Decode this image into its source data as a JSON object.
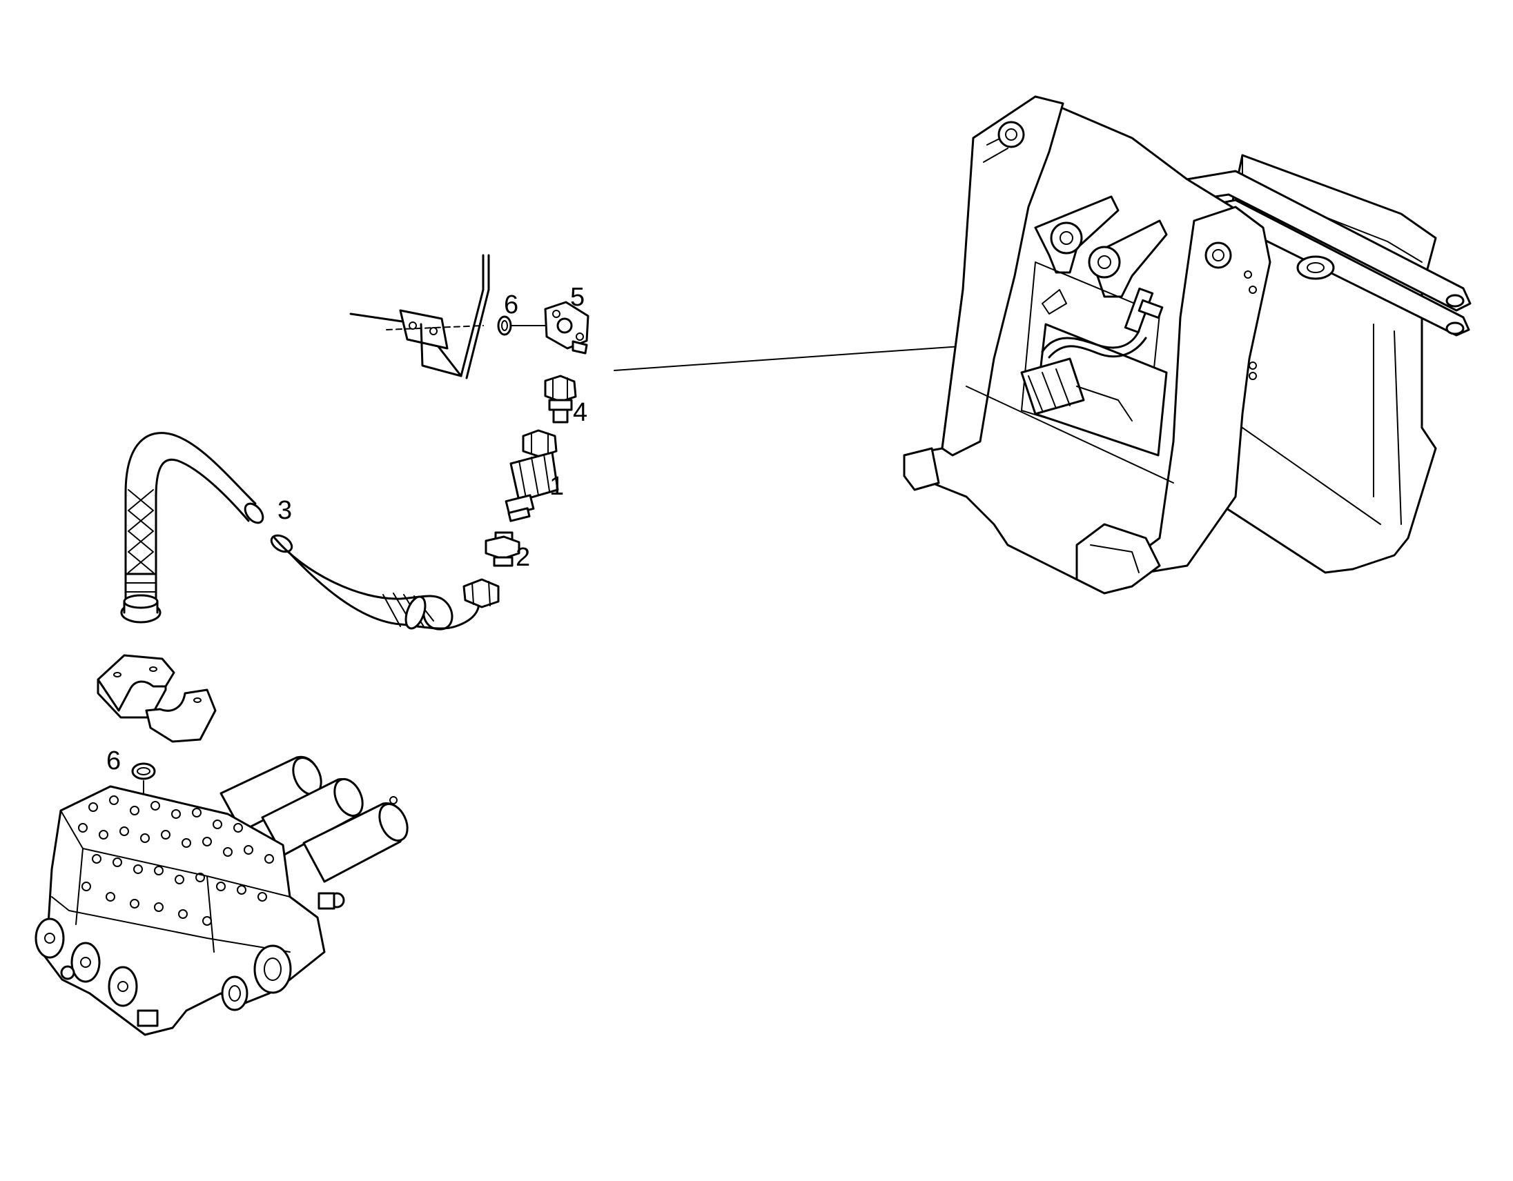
{
  "diagram": {
    "callouts": [
      {
        "id": "c1",
        "text": "1"
      },
      {
        "id": "c2",
        "text": "2"
      },
      {
        "id": "c3",
        "text": "3"
      },
      {
        "id": "c4",
        "text": "4"
      },
      {
        "id": "c5",
        "text": "5"
      },
      {
        "id": "c6a",
        "text": "6"
      },
      {
        "id": "c6b",
        "text": "6"
      }
    ],
    "colors": {
      "line": "#000000",
      "background": "#ffffff"
    }
  }
}
